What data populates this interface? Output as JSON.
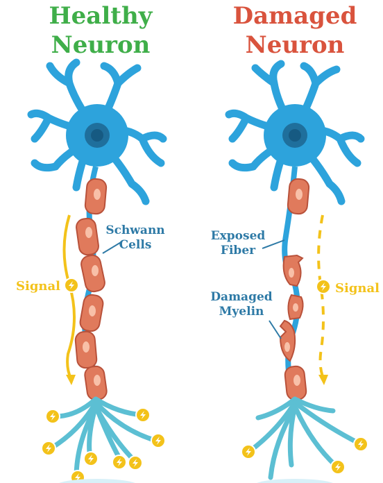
{
  "titles": {
    "healthy": "Healthy\nNeuron",
    "damaged": "Damaged\nNeuron"
  },
  "labels": {
    "schwann_cells": "Schwann\nCells",
    "exposed_fiber": "Exposed\nFiber",
    "damaged_myelin": "Damaged\nMyelin",
    "signal_left": "Signal",
    "signal_right": "Signal"
  },
  "colors": {
    "healthy_title": "#3fae49",
    "damaged_title": "#d9533d",
    "neuron_body": "#2da3dc",
    "nucleus": "#1f6f9c",
    "myelin": "#e07a5c",
    "axon_terminal": "#5cbfd3",
    "signal": "#f3c21a",
    "label_text": "#2e7aa6"
  }
}
